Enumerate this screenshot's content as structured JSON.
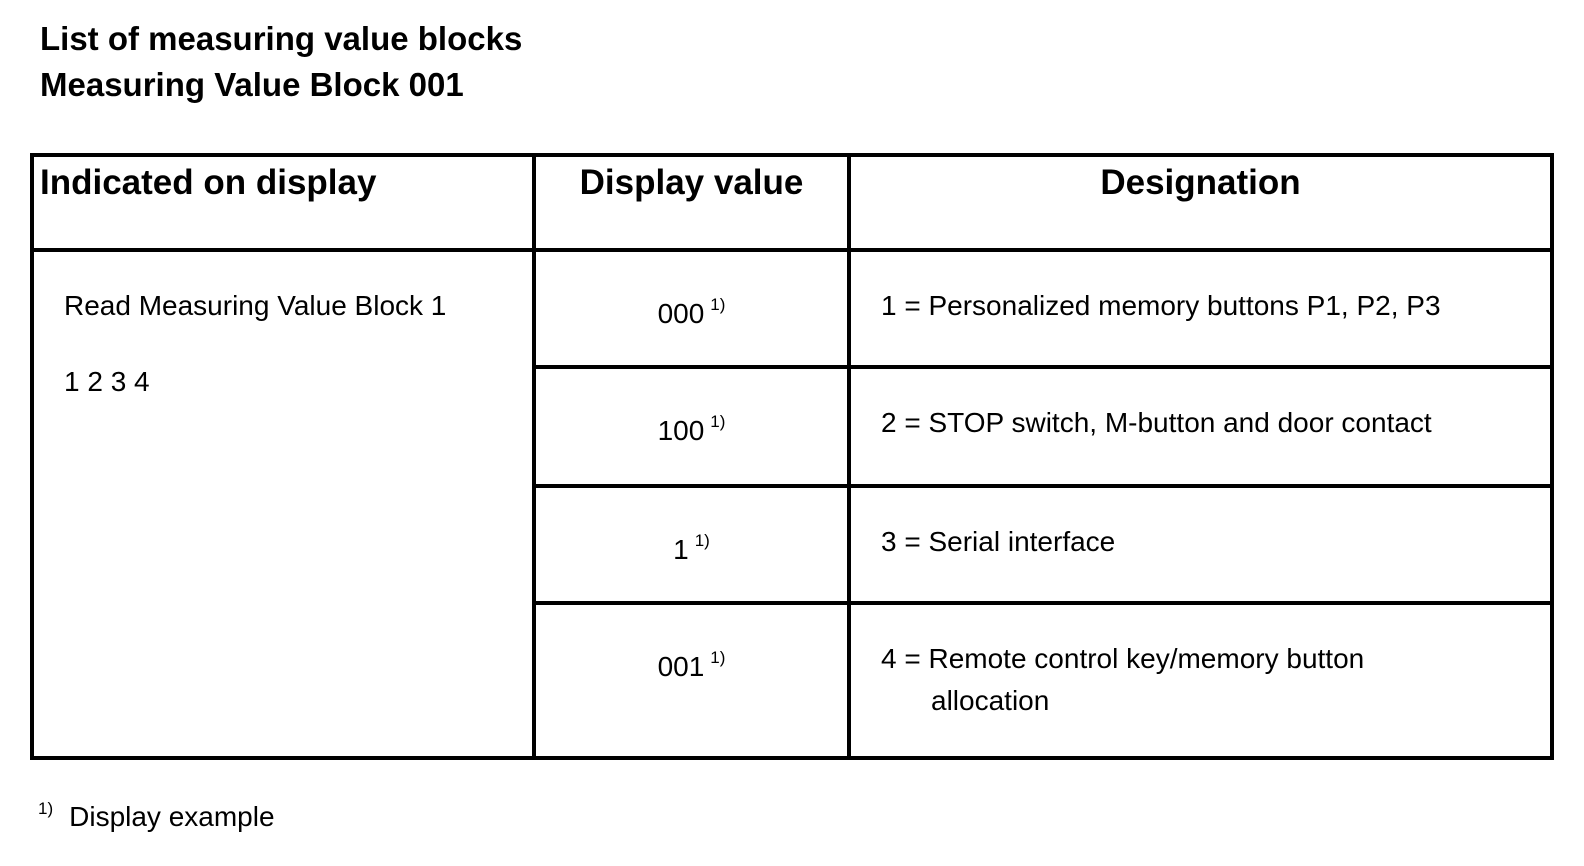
{
  "document": {
    "title": "List of measuring value blocks",
    "subtitle": "Measuring Value Block 001"
  },
  "table": {
    "headers": {
      "indicated": "Indicated on display",
      "value": "Display value",
      "designation": "Designation"
    },
    "indicated": {
      "line1": "Read Measuring Value Block 1",
      "line2": "1 2 3 4"
    },
    "rows": [
      {
        "value": "000",
        "footnote_mark": "1)",
        "designation": "1 = Personalized memory buttons P1, P2, P3",
        "designation_cont": ""
      },
      {
        "value": "100",
        "footnote_mark": "1)",
        "designation": "2 = STOP switch, M-button and door contact",
        "designation_cont": ""
      },
      {
        "value": "1",
        "footnote_mark": "1)",
        "designation": "3 = Serial interface",
        "designation_cont": ""
      },
      {
        "value": "001",
        "footnote_mark": "1)",
        "designation": "4 = Remote control key/memory button",
        "designation_cont": "allocation"
      }
    ]
  },
  "footnote": {
    "mark": "1)",
    "text": "Display example"
  }
}
